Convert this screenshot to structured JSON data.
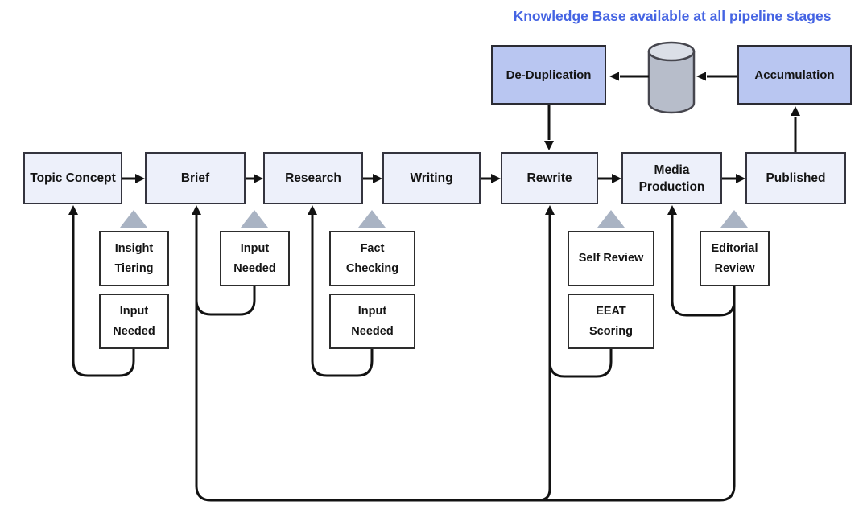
{
  "header": {
    "title": "Knowledge Base available at all pipeline stages"
  },
  "knowledge_base": {
    "de_duplication_label": "De-Duplication",
    "accumulation_label": "Accumulation",
    "cylinder_icon": "database-cylinder-icon"
  },
  "pipeline_stages": [
    {
      "label": "Topic Concept"
    },
    {
      "label": "Brief"
    },
    {
      "label": "Research"
    },
    {
      "label": "Writing"
    },
    {
      "label": "Rewrite"
    },
    {
      "label": "Media\nProduction"
    },
    {
      "label": "Published"
    }
  ],
  "sub_processes": {
    "insight_tiering": "Insight\nTiering",
    "input_needed_topic": "Input\nNeeded",
    "input_needed_brief": "Input\nNeeded",
    "fact_checking": "Fact\nChecking",
    "input_needed_research": "Input\nNeeded",
    "self_review": "Self Review",
    "eeat_scoring": "EEAT\nScoring",
    "editorial_review": "Editorial\nReview"
  },
  "colors": {
    "title_text": "#4564E3",
    "kb_box_fill": "#B9C6F1",
    "stage_box_fill": "#EDF0FA",
    "sub_box_fill": "#FFFFFF",
    "box_border": "#2D2D35",
    "connector": "#121212",
    "feedback_triangle": "#A9B3C3",
    "cylinder_body": "#B7BDCA",
    "cylinder_top": "#DBDFE7"
  }
}
